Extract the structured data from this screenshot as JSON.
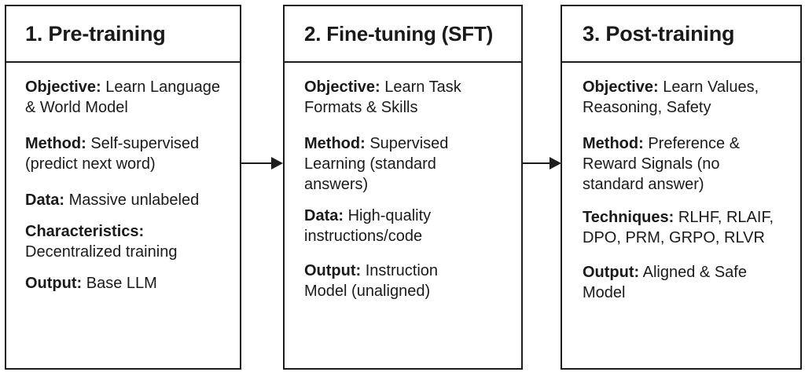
{
  "stages": [
    {
      "title": "1. Pre-training",
      "fields": [
        {
          "label": "Objective:",
          "text": " Learn Language & World Model"
        },
        {
          "label": "Method:",
          "text": " Self-supervised (predict next word)"
        },
        {
          "label": "Data:",
          "text": " Massive unlabeled"
        },
        {
          "label": "Characteristics:",
          "text": " Decentralized training"
        },
        {
          "label": "Output:",
          "text": " Base LLM"
        }
      ]
    },
    {
      "title": "2. Fine-tuning (SFT)",
      "fields": [
        {
          "label": "Objective:",
          "text": " Learn Task Formats & Skills"
        },
        {
          "label": "Method:",
          "text": " Supervised Learning (standard answers)"
        },
        {
          "label": "Data:",
          "text": " High-quality instructions/code"
        },
        {
          "label": "Output:",
          "text": " Instruction Model (unaligned)"
        }
      ]
    },
    {
      "title": "3. Post-training",
      "fields": [
        {
          "label": "Objective:",
          "text": " Learn Values, Reasoning, Safety"
        },
        {
          "label": "Method:",
          "text": " Preference & Reward Signals (no standard answer)"
        },
        {
          "label": "Techniques:",
          "text": " RLHF, RLAIF, DPO, PRM, GRPO, RLVR"
        },
        {
          "label": "Output:",
          "text": " Aligned & Safe Model"
        }
      ]
    }
  ]
}
